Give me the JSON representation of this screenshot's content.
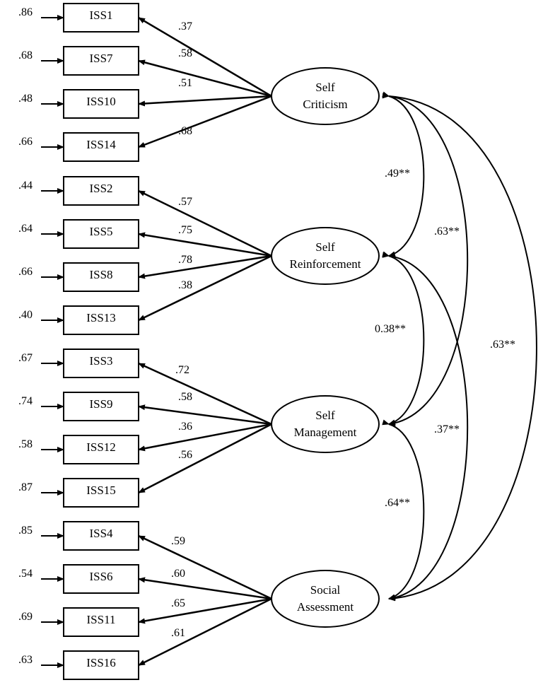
{
  "indicators": [
    {
      "name": "ISS1",
      "error": ".86",
      "loading": ".37",
      "factor": 0
    },
    {
      "name": "ISS7",
      "error": ".68",
      "loading": ".58",
      "factor": 0
    },
    {
      "name": "ISS10",
      "error": ".48",
      "loading": ".51",
      "factor": 0
    },
    {
      "name": "ISS14",
      "error": ".66",
      "loading": ".68",
      "factor": 0
    },
    {
      "name": "ISS2",
      "error": ".44",
      "loading": ".57",
      "factor": 1
    },
    {
      "name": "ISS5",
      "error": ".64",
      "loading": ".75",
      "factor": 1
    },
    {
      "name": "ISS8",
      "error": ".66",
      "loading": ".78",
      "factor": 1
    },
    {
      "name": "ISS13",
      "error": ".40",
      "loading": ".38",
      "factor": 1
    },
    {
      "name": "ISS3",
      "error": ".67",
      "loading": ".72",
      "factor": 2
    },
    {
      "name": "ISS9",
      "error": ".74",
      "loading": ".58",
      "factor": 2
    },
    {
      "name": "ISS12",
      "error": ".58",
      "loading": ".36",
      "factor": 2
    },
    {
      "name": "ISS15",
      "error": ".87",
      "loading": ".56",
      "factor": 2
    },
    {
      "name": "ISS4",
      "error": ".85",
      "loading": ".59",
      "factor": 3
    },
    {
      "name": "ISS6",
      "error": ".54",
      "loading": ".60",
      "factor": 3
    },
    {
      "name": "ISS11",
      "error": ".69",
      "loading": ".65",
      "factor": 3
    },
    {
      "name": "ISS16",
      "error": ".63",
      "loading": ".61",
      "factor": 3
    }
  ],
  "factors": [
    {
      "line1": "Self",
      "line2": "Criticism"
    },
    {
      "line1": "Self",
      "line2": "Reinforcement"
    },
    {
      "line1": "Self",
      "line2": "Management"
    },
    {
      "line1": "Social",
      "line2": "Assessment"
    }
  ],
  "correlations": [
    {
      "from": 0,
      "to": 1,
      "label": ".49**"
    },
    {
      "from": 1,
      "to": 2,
      "label": "0.38**"
    },
    {
      "from": 2,
      "to": 3,
      "label": ".64**"
    },
    {
      "from": 0,
      "to": 2,
      "label": ".63**"
    },
    {
      "from": 1,
      "to": 3,
      "label": ".37**"
    },
    {
      "from": 0,
      "to": 3,
      "label": ".63**"
    }
  ]
}
